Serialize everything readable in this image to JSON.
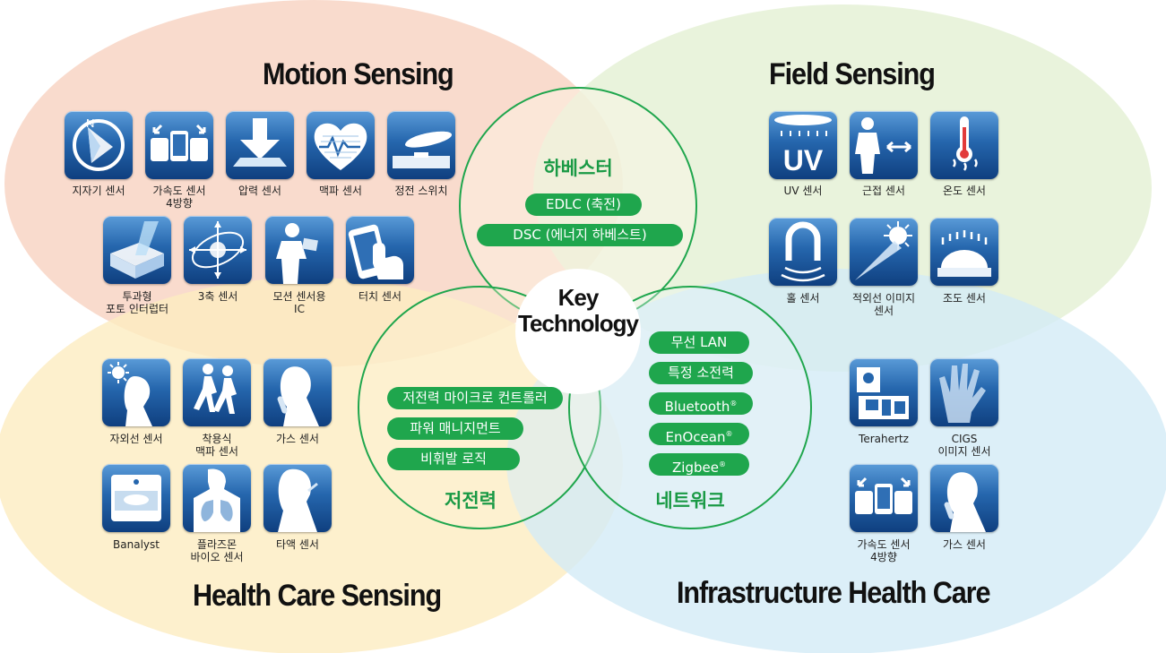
{
  "quadrants": {
    "motion_title": "Motion Sensing",
    "field_title": "Field Sensing",
    "health_title": "Health Care Sensing",
    "infra_title": "Infrastructure Health Care"
  },
  "motion": {
    "compass": "지자기 센서",
    "accel": "가속도 센서\n4방향",
    "pressure": "압력 센서",
    "pulse": "맥파 센서",
    "capacitive": "정전 스위치",
    "interrupter": "투과형\n포토 인터럽터",
    "axis3": "3축 센서",
    "motion_ic": "모션 센서용\nIC",
    "touch": "터치 센서"
  },
  "field": {
    "uv": "UV 센서",
    "proximity": "근접 센서",
    "temperature": "온도 센서",
    "hall": "홀 센서",
    "ir_image": "적외선 이미지\n센서",
    "light": "조도 센서",
    "uv_tile_text": "UV"
  },
  "health": {
    "uv_exposure": "자외선 센서",
    "wearable_pulse": "착용식\n맥파 센서",
    "gas": "가스 센서",
    "banalyst": "Banalyst",
    "plasmon": "플라즈몬\n바이오 센서",
    "saliva": "타액 센서"
  },
  "infra": {
    "terahertz": "Terahertz",
    "cigs": "CIGS\n이미지 센서",
    "accel": "가속도 센서\n4방향",
    "gas": "가스 센서"
  },
  "center": {
    "key_technology": "Key\nTechnology",
    "harvester_title": "하베스터",
    "harvester_items": [
      "EDLC (축전)",
      "DSC (에너지 하베스트)"
    ],
    "lowpower_title": "저전력",
    "lowpower_items": [
      "저전력 마이크로 컨트롤러",
      "파워 매니지먼트",
      "비휘발 로직"
    ],
    "network_title": "네트워크",
    "network_items": [
      "무선 LAN",
      "특정 소전력",
      "Bluetooth",
      "EnOcean",
      "Zigbee"
    ],
    "registered_mark": "®"
  },
  "colors": {
    "motion_ellipse": "#f8d5c4",
    "field_ellipse": "#e3f0d3",
    "health_ellipse": "#fdecc0",
    "infra_ellipse": "#d3ebf6",
    "accent_green": "#1fa64d",
    "tile_blue": "#2566ad"
  },
  "icons": {
    "compass": "compass-icon",
    "accel": "accelerometer-icon",
    "pressure": "pressure-arrow-icon",
    "pulse": "heart-icon",
    "capacitive": "finger-switch-icon",
    "interrupter": "photo-interrupter-icon",
    "axis3": "3-axis-icon",
    "motion_ic": "person-icon",
    "touch": "touch-phone-icon",
    "uv": "uv-icon",
    "proximity": "proximity-person-icon",
    "temperature": "thermometer-icon",
    "hall": "hall-magnet-icon",
    "ir_image": "infrared-sun-icon",
    "light": "light-dome-icon",
    "uv_exposure": "sun-person-icon",
    "wearable_pulse": "runners-icon",
    "gas": "breath-person-icon",
    "banalyst": "analyzer-box-icon",
    "plasmon": "lungs-body-icon",
    "saliva": "saliva-person-icon",
    "terahertz": "terahertz-scan-icon",
    "cigs": "hand-xray-icon"
  }
}
